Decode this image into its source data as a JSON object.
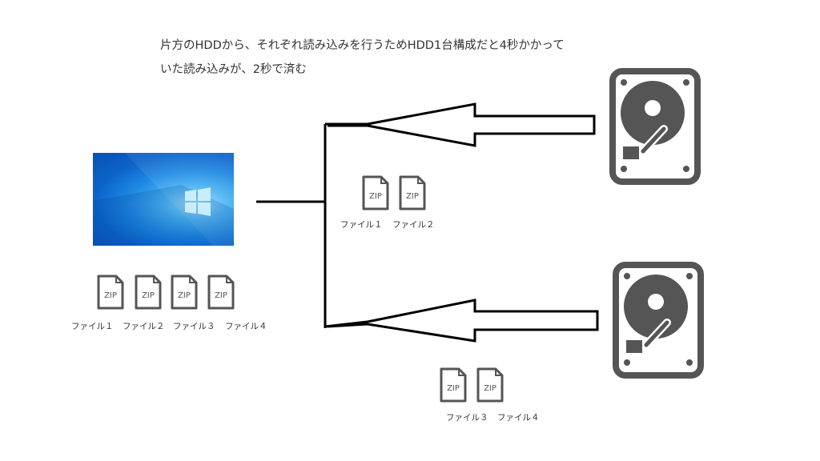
{
  "caption": {
    "line1": "片方のHDDから、それぞれ読み込みを行うためHDD1台構成だと4秒かかって",
    "line2": "いた読み込みが、2秒で済む"
  },
  "file_icon_text": "ZIP",
  "pc_files": [
    "ファイル１",
    "ファイル２",
    "ファイル３",
    "ファイル４"
  ],
  "hdd1_files": [
    "ファイル１",
    "ファイル２"
  ],
  "hdd2_files": [
    "ファイル３",
    "ファイル４"
  ],
  "colors": {
    "icon": "#555555",
    "line": "#000000",
    "desktop": "#0a64c8"
  }
}
